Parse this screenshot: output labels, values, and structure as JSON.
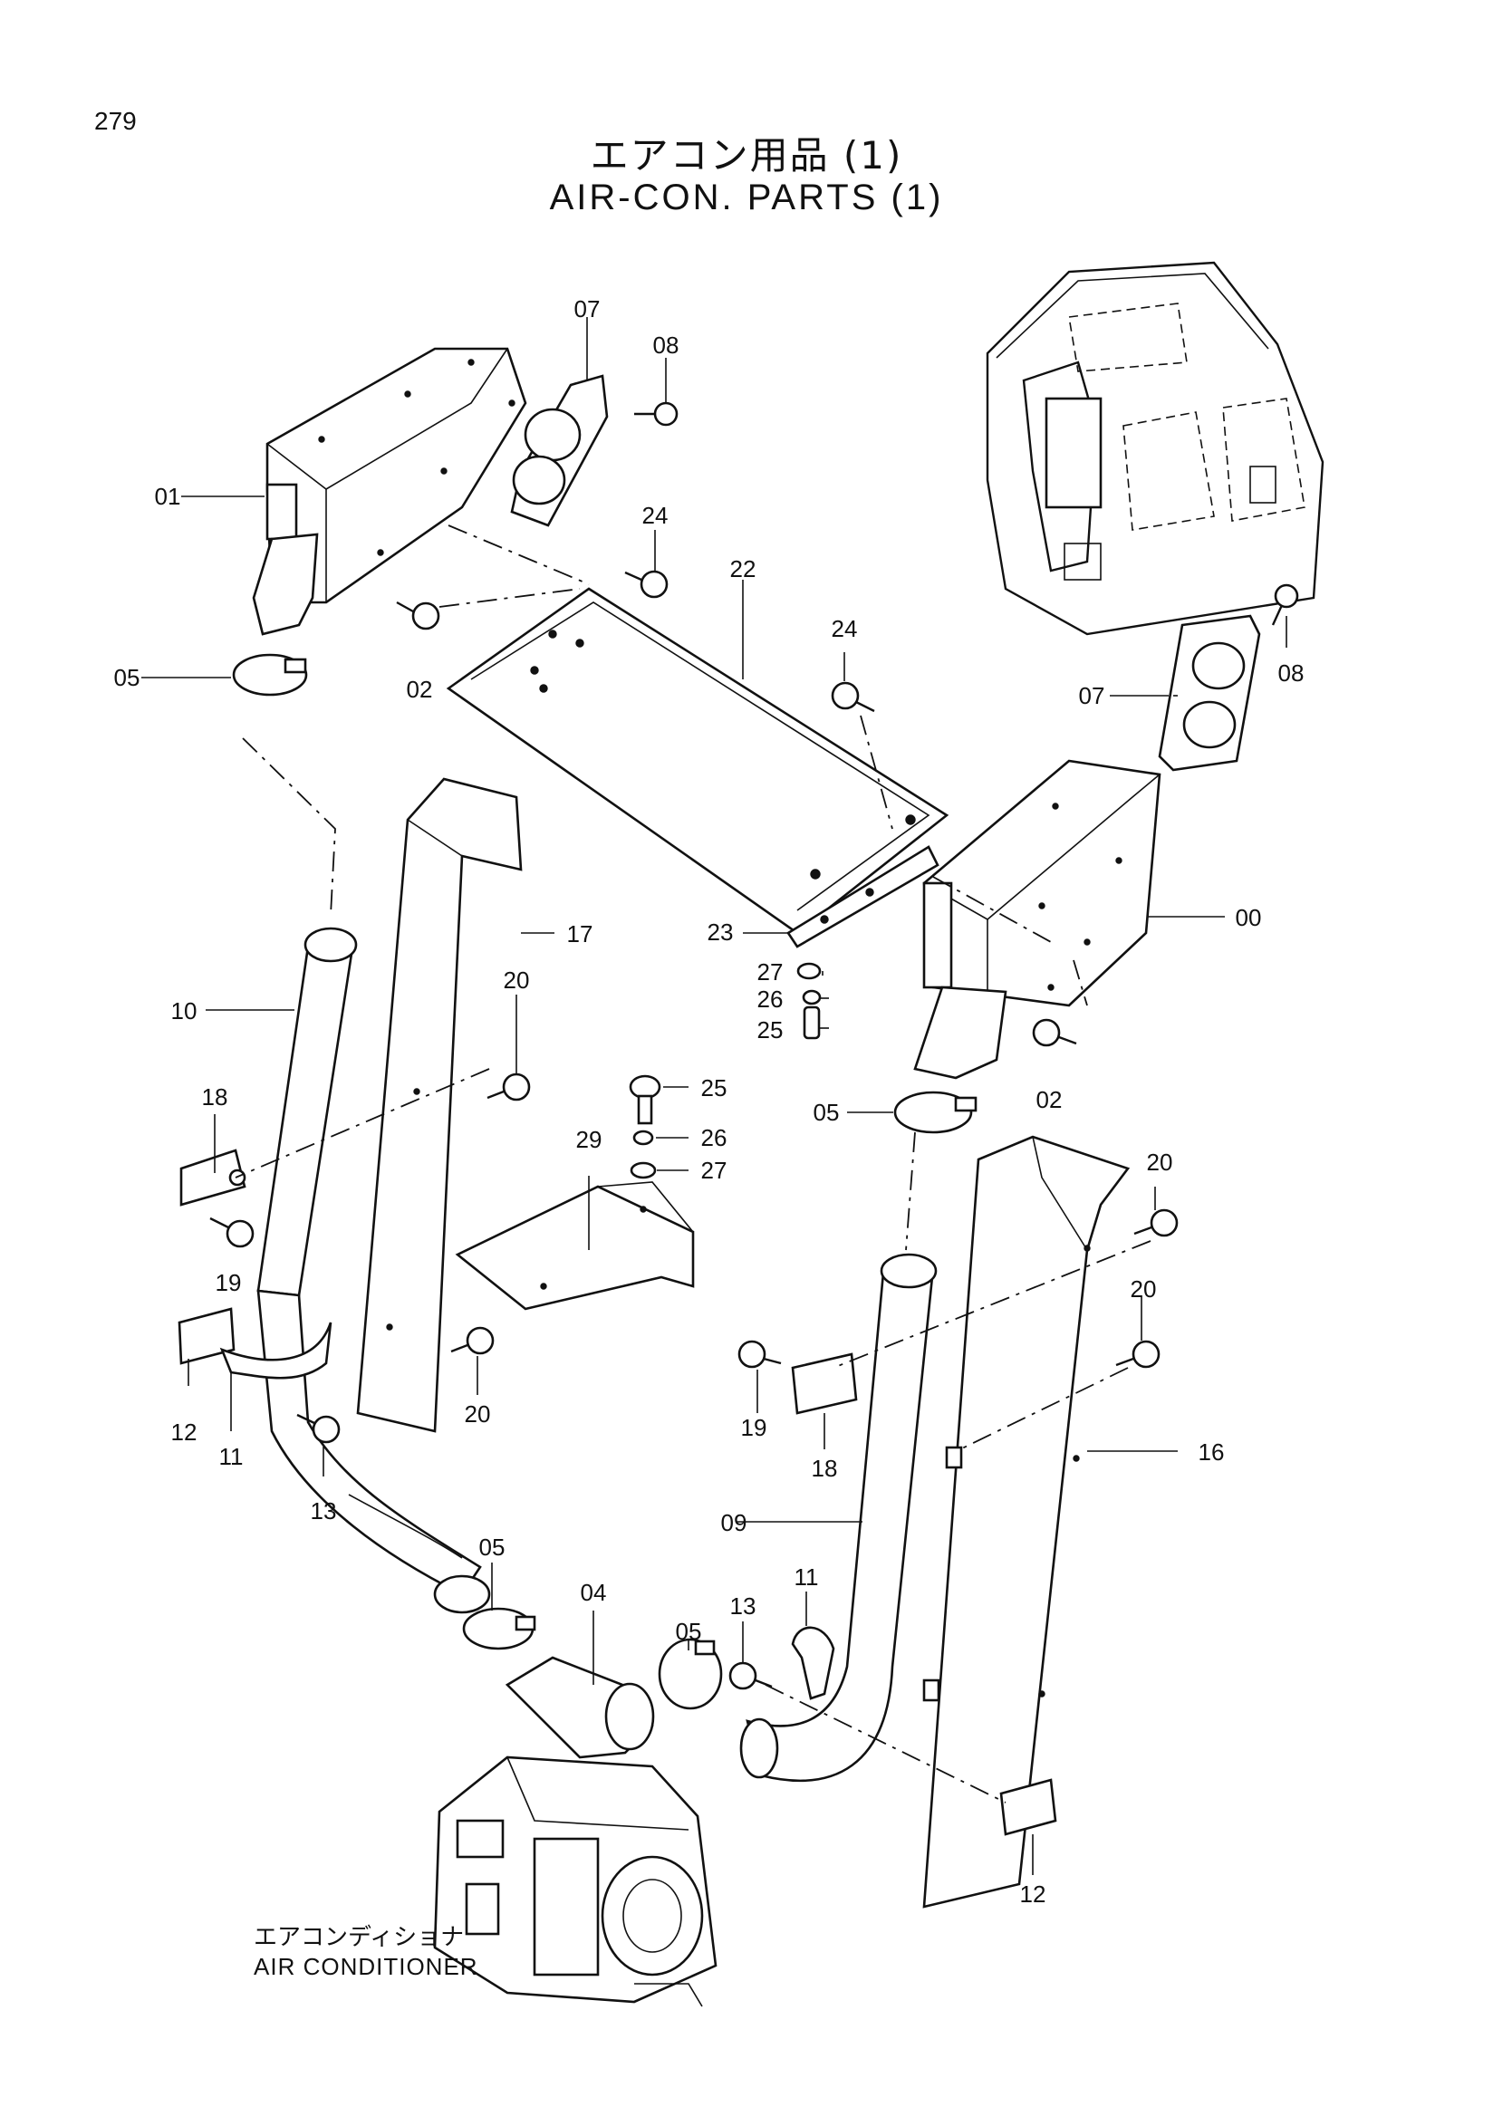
{
  "page_number": "279",
  "title_jp": "エアコン用品 (1)",
  "title_en": "AIR-CON. PARTS (1)",
  "caption_jp": "エアコンディショナ",
  "caption_en": "AIR CONDITIONER",
  "callouts": {
    "c00": "00",
    "c01": "01",
    "c02a": "02",
    "c02b": "02",
    "c04": "04",
    "c05a": "05",
    "c05b": "05",
    "c05c": "05",
    "c05d": "05",
    "c07a": "07",
    "c07b": "07",
    "c08a": "08",
    "c08b": "08",
    "c09": "09",
    "c10": "10",
    "c11a": "11",
    "c11b": "11",
    "c12a": "12",
    "c12b": "12",
    "c13a": "13",
    "c13b": "13",
    "c16": "16",
    "c17": "17",
    "c18a": "18",
    "c18b": "18",
    "c19a": "19",
    "c19b": "19",
    "c20a": "20",
    "c20b": "20",
    "c20c": "20",
    "c20d": "20",
    "c22": "22",
    "c23": "23",
    "c24a": "24",
    "c24b": "24",
    "c25a": "25",
    "c25b": "25",
    "c26a": "26",
    "c26b": "26",
    "c27a": "27",
    "c27b": "27",
    "c29": "29"
  }
}
